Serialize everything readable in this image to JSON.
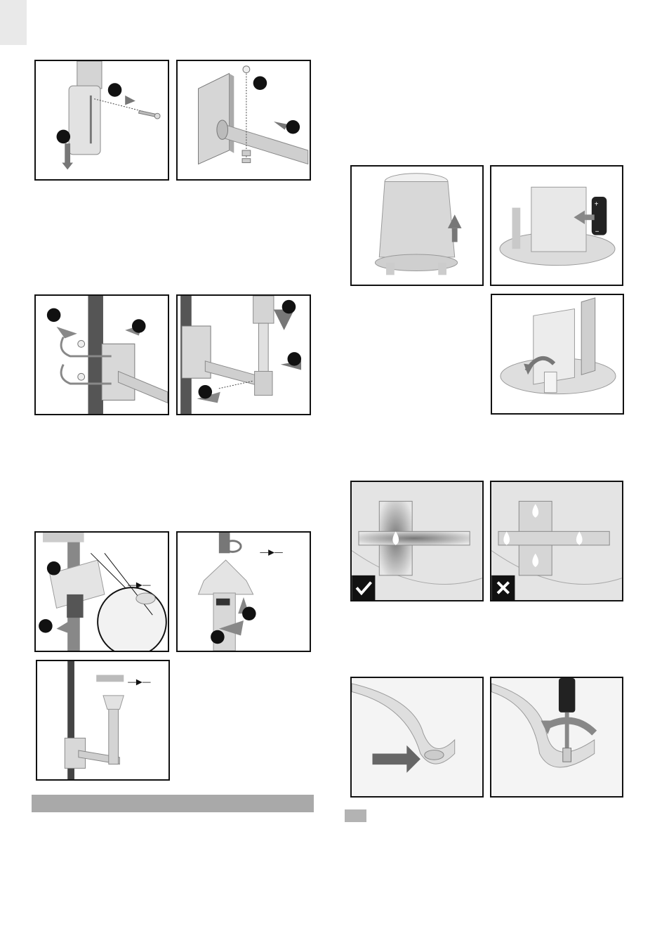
{
  "page": {
    "background": "#ffffff",
    "accent_gray": "#a9a9a9"
  },
  "panels": [
    {
      "id": "a",
      "icon": "pole-bolt-insert-illustration"
    },
    {
      "id": "b",
      "icon": "wall-bracket-screw-illustration"
    },
    {
      "id": "c",
      "icon": "bracket-ubolt-mount-illustration"
    },
    {
      "id": "d",
      "icon": "sensor-mast-insert-illustration"
    },
    {
      "id": "e",
      "icon": "wind-sensor-align-detail-illustration"
    },
    {
      "id": "f",
      "icon": "wind-sensor-lock-illustration"
    },
    {
      "id": "g",
      "icon": "mounted-station-overview-illustration"
    },
    {
      "id": "h",
      "icon": "rain-gauge-cover-lift-illustration"
    },
    {
      "id": "i",
      "icon": "battery-insert-illustration"
    },
    {
      "id": "j",
      "icon": "tipping-bucket-release-illustration"
    },
    {
      "id": "k",
      "icon": "level-bubble-centered-illustration",
      "status_icon": "check-icon"
    },
    {
      "id": "l",
      "icon": "level-bubble-off-center-illustration",
      "status_icon": "cross-icon"
    },
    {
      "id": "m",
      "icon": "foot-screw-position-illustration"
    },
    {
      "id": "n",
      "icon": "screwdriver-fasten-illustration"
    }
  ]
}
